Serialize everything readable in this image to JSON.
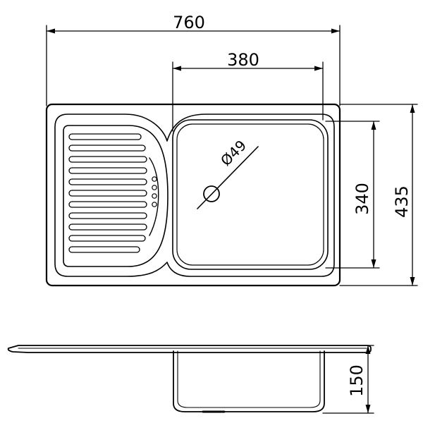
{
  "diagram": {
    "title": "",
    "dimensions": {
      "overall_width": "760",
      "bowl_width": "380",
      "drain_diameter": "Ø49",
      "bowl_depth_length": "340",
      "overall_depth": "435",
      "bowl_height": "150"
    },
    "colors": {
      "line": "#000000",
      "background": "#ffffff"
    }
  }
}
